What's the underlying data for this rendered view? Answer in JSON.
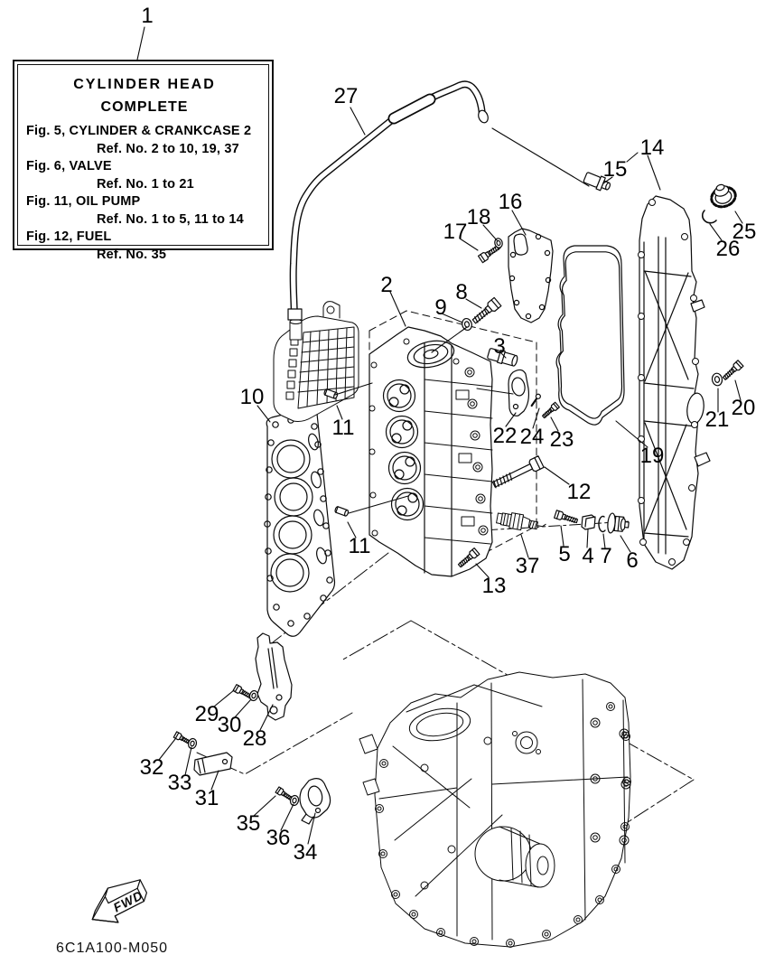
{
  "info_box": {
    "title_line1": "CYLINDER  HEAD",
    "title_line2": "COMPLETE",
    "entries": [
      {
        "fig": "Fig. 5, CYLINDER & CRANKCASE 2",
        "ref": "Ref. No. 2 to 10, 19, 37"
      },
      {
        "fig": "Fig. 6, VALVE",
        "ref": "Ref. No. 1 to 21"
      },
      {
        "fig": "Fig. 11, OIL PUMP",
        "ref": "Ref. No. 1 to 5, 11 to 14"
      },
      {
        "fig": "Fig. 12, FUEL",
        "ref": "Ref. No. 35"
      }
    ]
  },
  "callouts": {
    "n1": "1",
    "n2": "2",
    "n3": "3",
    "n4": "4",
    "n5": "5",
    "n6": "6",
    "n7": "7",
    "n8": "8",
    "n9": "9",
    "n10": "10",
    "n11": "11",
    "n12": "12",
    "n13": "13",
    "n14": "14",
    "n15": "15",
    "n16": "16",
    "n17": "17",
    "n18": "18",
    "n19": "19",
    "n20": "20",
    "n21": "21",
    "n22": "22",
    "n23": "23",
    "n24": "24",
    "n25": "25",
    "n26": "26",
    "n27": "27",
    "n28": "28",
    "n29": "29",
    "n30": "30",
    "n31": "31",
    "n32": "32",
    "n33": "33",
    "n34": "34",
    "n35": "35",
    "n36": "36",
    "n37": "37"
  },
  "footer": {
    "fwd_label": "FWD",
    "part_code": "6C1A100-M050"
  },
  "colors": {
    "line": "#0a0a0a",
    "background": "#ffffff"
  }
}
